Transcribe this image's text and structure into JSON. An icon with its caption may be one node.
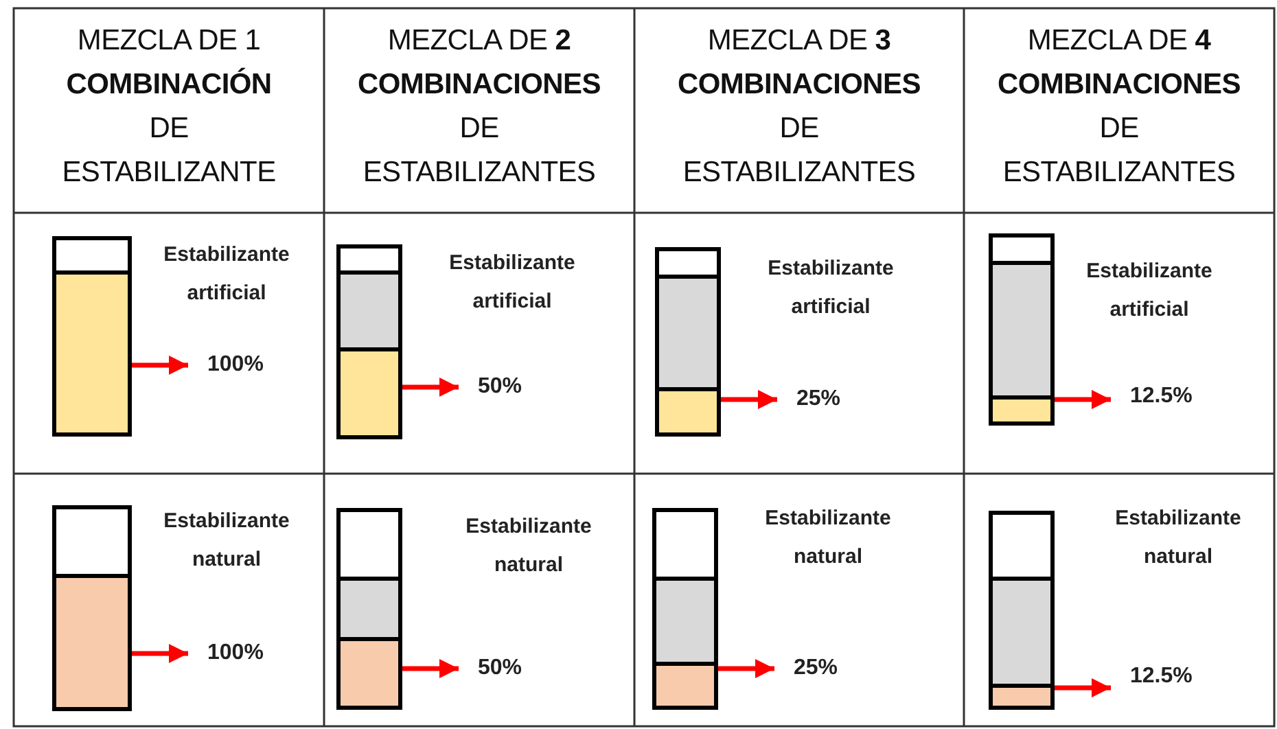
{
  "diagram": {
    "nodes": [
      {
        "text": [],
        "shape": "bar"
      },
      {
        "text": [
          "100%"
        ]
      },
      {
        "text": [],
        "shape": "bar"
      },
      {
        "text": [
          "50%"
        ]
      },
      {
        "text": [],
        "shape": "bar"
      },
      {
        "text": [
          "25%"
        ]
      },
      {
        "text": [],
        "shape": "bar"
      },
      {
        "text": [
          "12.5%"
        ]
      },
      {
        "text": [],
        "shape": "bar"
      },
      {
        "text": [
          "100%"
        ]
      },
      {
        "text": [],
        "shape": "bar"
      },
      {
        "text": [
          "50%"
        ]
      },
      {
        "text": [],
        "shape": "bar"
      },
      {
        "text": [
          "25%"
        ]
      },
      {
        "text": [],
        "shape": "bar"
      },
      {
        "text": [
          "12.5%"
        ]
      }
    ],
    "edges": [
      {
        "from": 0,
        "to": 1,
        "arrow": "to"
      },
      {
        "from": 2,
        "to": 3,
        "arrow": "to"
      },
      {
        "from": 4,
        "to": 5,
        "arrow": "to"
      },
      {
        "from": 6,
        "to": 7,
        "arrow": "to"
      },
      {
        "from": 8,
        "to": 9,
        "arrow": "to"
      },
      {
        "from": 10,
        "to": 11,
        "arrow": "to"
      },
      {
        "from": 12,
        "to": 13,
        "arrow": "to"
      },
      {
        "from": 14,
        "to": 15,
        "arrow": "to"
      }
    ],
    "labels": [
      "MEZCLA DE 1 **COMBINACIÓN** DE ESTABILIZANTE",
      "MEZCLA DE **2** **COMBINACIONES** DE ESTABILIZANTES",
      "MEZCLA DE **3** **COMBINACIONES** DE ESTABILIZANTES",
      "MEZCLA DE **4** **COMBINACIONES** DE ESTABILIZANTES",
      "Estabilizante artificial",
      "Estabilizante artificial",
      "Estabilizante artificial",
      "Estabilizante artificial",
      "Estabilizante natural",
      "Estabilizante natural",
      "Estabilizante natural",
      "Estabilizante natural"
    ]
  }
}
